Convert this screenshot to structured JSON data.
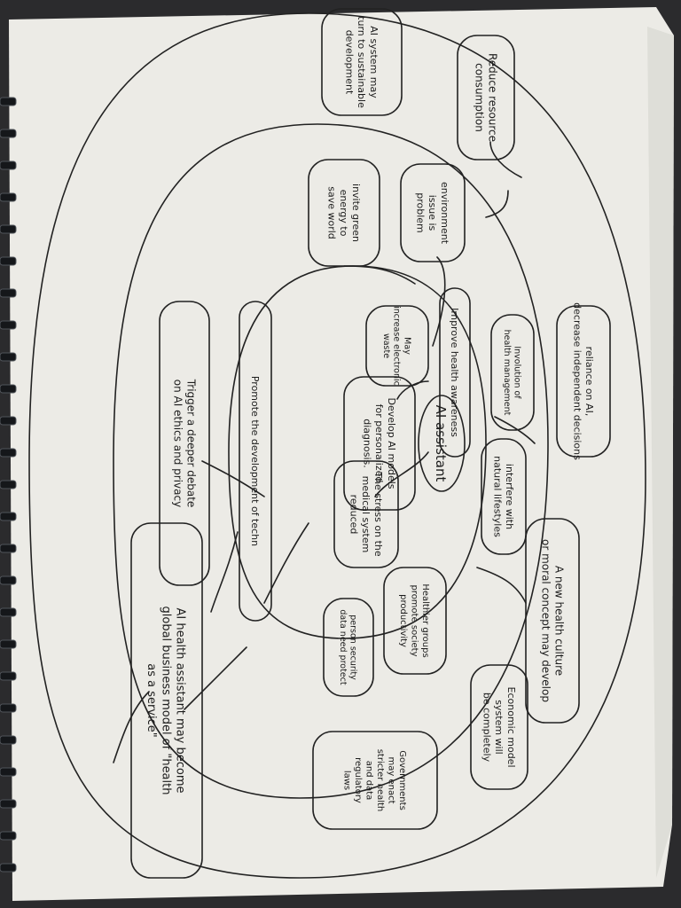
{
  "diagram": {
    "center": {
      "label": "AI assistant"
    },
    "nodes": [
      {
        "id": "develop-ai-models",
        "lines": [
          "Develop AI models",
          "for personalized",
          "diagnosis."
        ]
      },
      {
        "id": "improve-health-awareness",
        "lines": [
          "Improve health awareness"
        ]
      },
      {
        "id": "may-increase-waste",
        "lines": [
          "May",
          "increase electronic",
          "waste"
        ]
      },
      {
        "id": "medical-stress-reduced",
        "lines": [
          "The stress on the",
          "medical system",
          "reduced"
        ]
      },
      {
        "id": "promote-technology",
        "lines": [
          "Promote the development of techn"
        ]
      },
      {
        "id": "involution-health-management",
        "lines": [
          "Involution of",
          "health management"
        ]
      },
      {
        "id": "interfere-natural-lifestyles",
        "lines": [
          "interfere with",
          "natural lifestyles"
        ]
      },
      {
        "id": "healthier-groups",
        "lines": [
          "Healthier groups",
          "promote society",
          "productivity"
        ]
      },
      {
        "id": "data-protection",
        "lines": [
          "person security",
          "data need protect"
        ]
      },
      {
        "id": "environment-issue",
        "lines": [
          "environment",
          "issue is",
          "problem"
        ]
      },
      {
        "id": "invite-green-energy",
        "lines": [
          "invite green",
          "energy to",
          "save world"
        ]
      },
      {
        "id": "ethics-debate",
        "lines": [
          "Trigger a deeper debate",
          "on AI ethics and privacy"
        ]
      },
      {
        "id": "reliance-on-ai",
        "lines": [
          "reliance on AI,",
          "decrease independent decisions"
        ]
      },
      {
        "id": "new-health-culture",
        "lines": [
          "A new health culture",
          "or moral concept may develop"
        ]
      },
      {
        "id": "economic-model",
        "lines": [
          "Economic model",
          "system will",
          "be completely"
        ]
      },
      {
        "id": "government-regulation",
        "lines": [
          "Governments",
          "may enact",
          "stricter health",
          "and data",
          "regulatory",
          "laws"
        ]
      },
      {
        "id": "reduce-resource",
        "lines": [
          "Reduce resource",
          "consumption"
        ]
      },
      {
        "id": "sustainable-development",
        "lines": [
          "AI system may",
          "turn to sustainable",
          "development"
        ]
      },
      {
        "id": "health-as-a-service",
        "lines": [
          "AI health assistant may become",
          "global business model of \"health",
          "as a service\""
        ]
      }
    ]
  }
}
